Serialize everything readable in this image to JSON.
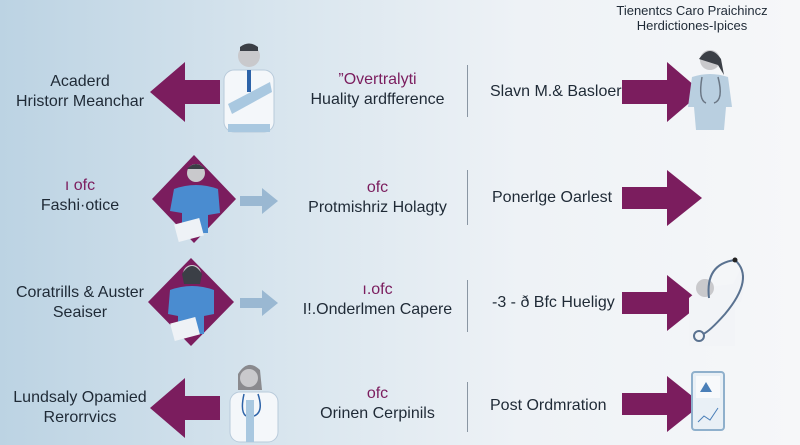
{
  "header": {
    "title_lines": [
      "Tienentcs Caro Praichincz",
      "Herdictiones-Ipices"
    ]
  },
  "rows": [
    {
      "left": [
        "Acaderd",
        "Hristorr Meanchar"
      ],
      "mid_accent": "”Overtralyti",
      "mid": "Huality ardfference",
      "right": "Slavn M.& Basloer"
    },
    {
      "left_accent": "ı ofc",
      "left": [
        "Fashi·otice"
      ],
      "mid_accent": "ofc",
      "mid": "Protmishriz Holagty",
      "right": "Ponerlge Oarlest"
    },
    {
      "left": [
        "Coratrills & Auster",
        "Seaiser"
      ],
      "mid_accent": "ı.ofc",
      "mid": "I!.Onderlmen Capere",
      "right": "-3 - ð Bfc Hueligy"
    },
    {
      "left": [
        "Lundsaly Opamied",
        "Rerorrvics"
      ],
      "mid_accent": "ofc",
      "mid": "Orinen Cerpinils",
      "right": "Post Ordmration"
    }
  ],
  "colors": {
    "accent": "#7b1d5e",
    "light_arrow": "#8fb0cc",
    "scrub": "#a9c8e0"
  }
}
